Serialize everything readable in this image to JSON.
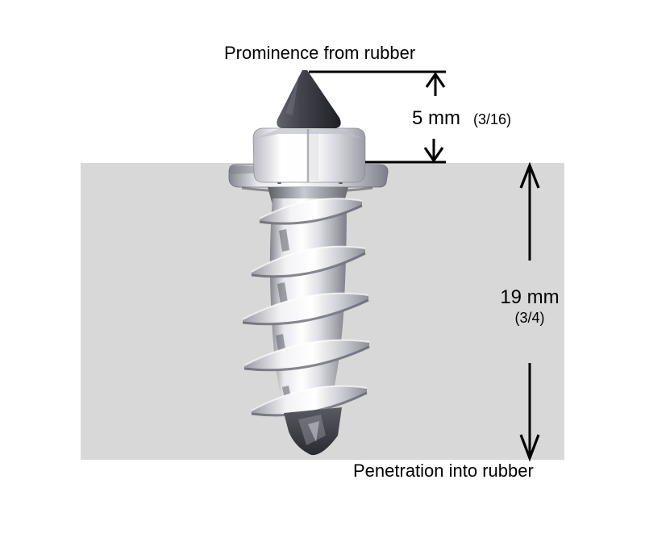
{
  "diagram": {
    "top_label": "Prominence from rubber",
    "bottom_label": "Penetration into rubber",
    "prominence": {
      "value": "5 mm",
      "fraction": "(3/16)"
    },
    "penetration": {
      "value": "19 mm",
      "fraction": "(3/4)"
    }
  },
  "icons": {
    "stud": "screw-in-tire-stud-photo",
    "arrows": [
      "up-arrow",
      "down-arrow",
      "up-arrow",
      "down-arrow"
    ]
  },
  "colors": {
    "background": "#ffffff",
    "rubber_block": "#d8d8d8",
    "annotation": "#000000",
    "carbide_tip_dark": "#26262c",
    "metal_highlight": "#ffffff",
    "metal_shadow": "#84848f"
  }
}
